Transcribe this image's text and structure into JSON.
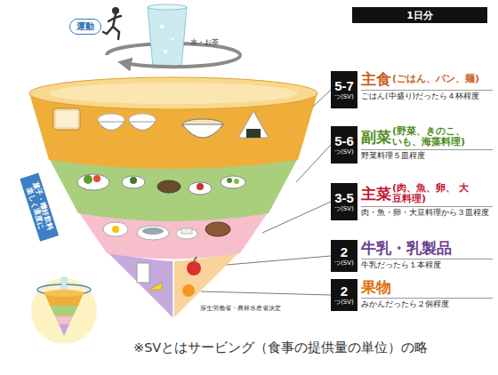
{
  "diagram": {
    "caption": "※SVとはサービング（食事の提供量の単位）の略",
    "nodes": [
      {
        "text": [
          "運動"
        ]
      },
      {
        "text": [
          "1日分"
        ]
      },
      {
        "text": [
          "5-7",
          "つ(SV)",
          "主食",
          "(ごはん、パン、麺)",
          "ごはん(中盛り)だったら４杯程度"
        ]
      },
      {
        "text": [
          "5-6",
          "つ(SV)",
          "副菜",
          "(野菜、きのこ、 いも、海藻料理)",
          "野菜料理５皿程度"
        ]
      },
      {
        "text": [
          "3-5",
          "つ(SV)",
          "主菜",
          "(肉、魚、卵、 大豆料理)",
          "肉・魚・卵・大豆料理から３皿程度"
        ]
      },
      {
        "text": [
          "2",
          "つ(SV)",
          "牛乳・乳製品",
          "牛乳だったら１本程度"
        ]
      },
      {
        "text": [
          "2",
          "つ(SV)",
          "果物",
          "みかんだったら２個程度"
        ]
      },
      {
        "text": [
          "菓子・嗜好飲料 楽しく適度に"
        ]
      }
    ],
    "labels": [
      "水・お茶",
      "厚生労働省・農林水産省決定"
    ]
  }
}
